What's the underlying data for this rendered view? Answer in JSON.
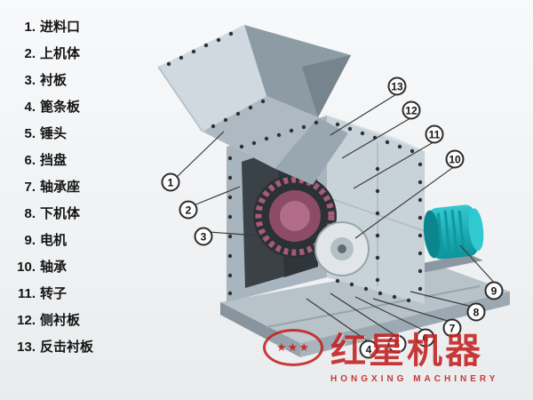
{
  "parts_list": {
    "items": [
      {
        "num": "1.",
        "label": "进料口"
      },
      {
        "num": "2.",
        "label": "上机体"
      },
      {
        "num": "3.",
        "label": "衬板"
      },
      {
        "num": "4.",
        "label": "篦条板"
      },
      {
        "num": "5.",
        "label": "锤头"
      },
      {
        "num": "6.",
        "label": "挡盘"
      },
      {
        "num": "7.",
        "label": "轴承座"
      },
      {
        "num": "8.",
        "label": "下机体"
      },
      {
        "num": "9.",
        "label": "电机"
      },
      {
        "num": "10.",
        "label": "轴承"
      },
      {
        "num": "11.",
        "label": "转子"
      },
      {
        "num": "12.",
        "label": "侧衬板"
      },
      {
        "num": "13.",
        "label": "反击衬板"
      }
    ]
  },
  "callouts": [
    {
      "num": "1"
    },
    {
      "num": "2"
    },
    {
      "num": "3"
    },
    {
      "num": "4"
    },
    {
      "num": "5"
    },
    {
      "num": "6"
    },
    {
      "num": "7"
    },
    {
      "num": "8"
    },
    {
      "num": "9"
    },
    {
      "num": "10"
    },
    {
      "num": "11"
    },
    {
      "num": "12"
    },
    {
      "num": "13"
    }
  ],
  "logo": {
    "stars": "★★★",
    "brand": "红星机器",
    "subtitle": "HONGXING MACHINERY",
    "color": "#c32121"
  },
  "colors": {
    "machine_light": "#cfd9df",
    "machine_mid": "#a8b5be",
    "cavity_dark": "#3a4147",
    "rotor_pink": "#a85a79",
    "motor_teal": "#14a9b1",
    "background": "#f2f4f5"
  }
}
